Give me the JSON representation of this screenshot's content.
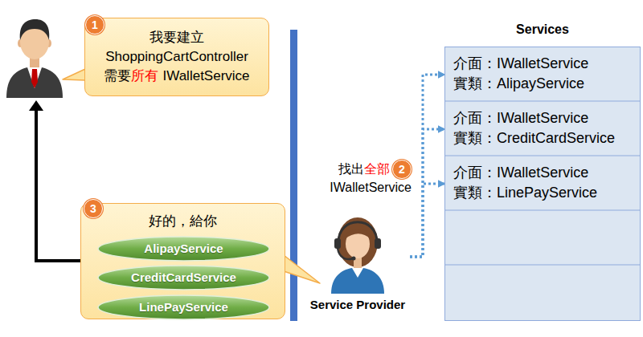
{
  "diagram": {
    "nodes": [
      {
        "text": [
          "我要建立",
          "ShoppingCartController",
          "需要",
          "所有",
          "IWalletService"
        ]
      },
      {
        "text": [
          "好的，給你"
        ]
      },
      {
        "text": [
          "AlipayService"
        ],
        "in": 1
      },
      {
        "text": [
          "CreditCardService"
        ],
        "in": 1
      },
      {
        "text": [
          "LinePayService"
        ],
        "in": 1
      },
      {
        "text": [
          "Service Provider"
        ]
      },
      {
        "text": [
          "Services"
        ]
      },
      {
        "text": [
          "介面：IWalletService",
          "實類：AlipayService"
        ],
        "in": 6
      },
      {
        "text": [
          "介面：IWalletService",
          "實類：CreditCardService"
        ],
        "in": 6
      },
      {
        "text": [
          "介面：IWalletService",
          "實類：LinePayService"
        ],
        "in": 6
      }
    ],
    "edges": [
      {
        "from": 5,
        "to": 7,
        "arrow": "to"
      },
      {
        "from": 5,
        "to": 8,
        "arrow": "to"
      },
      {
        "from": 5,
        "to": 9,
        "arrow": "to"
      }
    ],
    "labels": [
      "1",
      "2",
      "3",
      "找出",
      "全部",
      "IWalletService"
    ]
  }
}
